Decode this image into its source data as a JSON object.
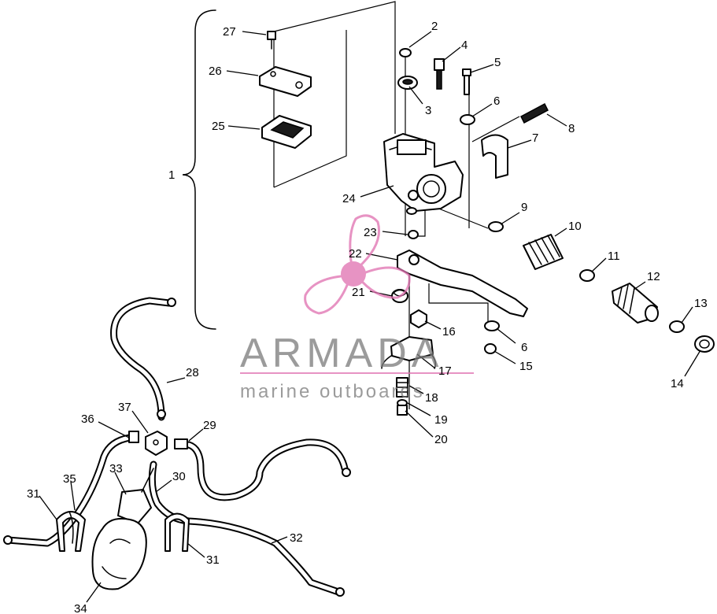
{
  "diagram": {
    "callouts": [
      {
        "id": "c1",
        "label": "1"
      },
      {
        "id": "c2",
        "label": "2"
      },
      {
        "id": "c3",
        "label": "3"
      },
      {
        "id": "c4",
        "label": "4"
      },
      {
        "id": "c5",
        "label": "5"
      },
      {
        "id": "c6a",
        "label": "6"
      },
      {
        "id": "c6b",
        "label": "6"
      },
      {
        "id": "c7",
        "label": "7"
      },
      {
        "id": "c8",
        "label": "8"
      },
      {
        "id": "c9",
        "label": "9"
      },
      {
        "id": "c10",
        "label": "10"
      },
      {
        "id": "c11",
        "label": "11"
      },
      {
        "id": "c12",
        "label": "12"
      },
      {
        "id": "c13",
        "label": "13"
      },
      {
        "id": "c14",
        "label": "14"
      },
      {
        "id": "c15",
        "label": "15"
      },
      {
        "id": "c16",
        "label": "16"
      },
      {
        "id": "c17",
        "label": "17"
      },
      {
        "id": "c18",
        "label": "18"
      },
      {
        "id": "c19",
        "label": "19"
      },
      {
        "id": "c20",
        "label": "20"
      },
      {
        "id": "c21",
        "label": "21"
      },
      {
        "id": "c22",
        "label": "22"
      },
      {
        "id": "c23",
        "label": "23"
      },
      {
        "id": "c24",
        "label": "24"
      },
      {
        "id": "c25",
        "label": "25"
      },
      {
        "id": "c26",
        "label": "26"
      },
      {
        "id": "c27",
        "label": "27"
      },
      {
        "id": "c28",
        "label": "28"
      },
      {
        "id": "c29",
        "label": "29"
      },
      {
        "id": "c30",
        "label": "30"
      },
      {
        "id": "c31a",
        "label": "31"
      },
      {
        "id": "c31b",
        "label": "31"
      },
      {
        "id": "c32",
        "label": "32"
      },
      {
        "id": "c33",
        "label": "33"
      },
      {
        "id": "c34",
        "label": "34"
      },
      {
        "id": "c35",
        "label": "35"
      },
      {
        "id": "c36",
        "label": "36"
      },
      {
        "id": "c37",
        "label": "37"
      }
    ]
  },
  "watermark": {
    "brand": "ARMADA",
    "tagline": "marine outboards",
    "color_pink": "#e070b0",
    "color_gray": "#7a7a7a"
  }
}
